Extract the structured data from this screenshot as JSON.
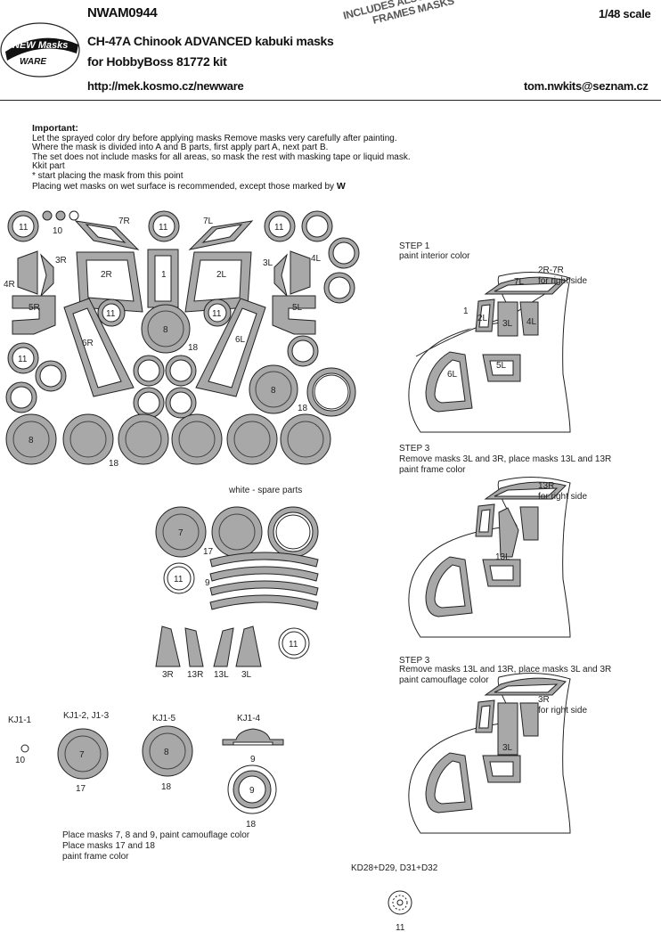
{
  "header": {
    "code": "NWAM0944",
    "scale": "1/48 scale",
    "title_line1": "CH-47A Chinook ADVANCED kabuki masks",
    "title_line2": "for HobbyBoss 81772 kit",
    "url": "http://mek.kosmo.cz/newware",
    "email": "tom.nwkits@seznam.cz",
    "stamp_line1": "INCLUDES ALSO WINDOWS",
    "stamp_line2": "FRAMES MASKS",
    "logo_line1": "NEW Masks",
    "logo_line2": "WARE"
  },
  "important": {
    "heading": "Important:",
    "lines": [
      "Let the sprayed color dry before applying masks Remove masks very carefully after painting.",
      "Where the mask is divided into A and B parts, first apply part A, next part B.",
      "The set does not include masks for all areas, so mask the rest with masking tape or liquid mask.",
      "Kkit part",
      "* start placing the mask from this point",
      "Placing wet masks on wet surface is recommended, except those marked by"
    ],
    "wet_mark": "W"
  },
  "sheet": {
    "labels": [
      "11",
      "10",
      "7R",
      "11",
      "7L",
      "11",
      "3R",
      "4R",
      "2R",
      "1",
      "2L",
      "3L",
      "4L",
      "5R",
      "11",
      "8",
      "11",
      "5L",
      "6R",
      "6L",
      "18",
      "11",
      "8",
      "18",
      "8",
      "18"
    ],
    "spare_title": "white - spare parts",
    "spare_labels": [
      "7",
      "17",
      "11",
      "9",
      "3R",
      "13R",
      "13L",
      "3L",
      "11"
    ]
  },
  "kit_parts": {
    "kj1_1": "KJ1-1",
    "kj1_2": "KJ1-2, J1-3",
    "kj1_5": "KJ1-5",
    "kj1_4": "KJ1-4",
    "p10": "10",
    "p7": "7",
    "p17": "17",
    "p8": "8",
    "p18a": "18",
    "p9a": "9",
    "p9b": "9",
    "p18b": "18",
    "note1": "Place masks 7, 8 and 9, paint camouflage color",
    "note2": "Place masks 17 and 18",
    "note3": "paint frame color"
  },
  "steps": [
    {
      "title": "STEP 1",
      "text": "paint interior color",
      "callout": "2R-7R",
      "callout2": "for right side",
      "labels": [
        "7L",
        "1",
        "2L",
        "3L",
        "4L",
        "5L",
        "6L"
      ]
    },
    {
      "title": "STEP 3",
      "text": "Remove masks 3L and 3R, place masks 13L and 13R",
      "text2": "paint frame color",
      "callout": "13R",
      "callout2": "for right side",
      "labels": [
        "13L"
      ]
    },
    {
      "title": "STEP 3",
      "text": "Remove masks 13L and 13R, place masks 3L and 3R",
      "text2": "paint camouflage color",
      "callout": "3R",
      "callout2": "for right side",
      "labels": [
        "3L"
      ]
    }
  ],
  "bottom": {
    "kd": "KD28+D29, D31+D32",
    "num": "11"
  },
  "colors": {
    "mask_gray": "#a8a8a8",
    "line": "#222222",
    "white": "#ffffff"
  }
}
